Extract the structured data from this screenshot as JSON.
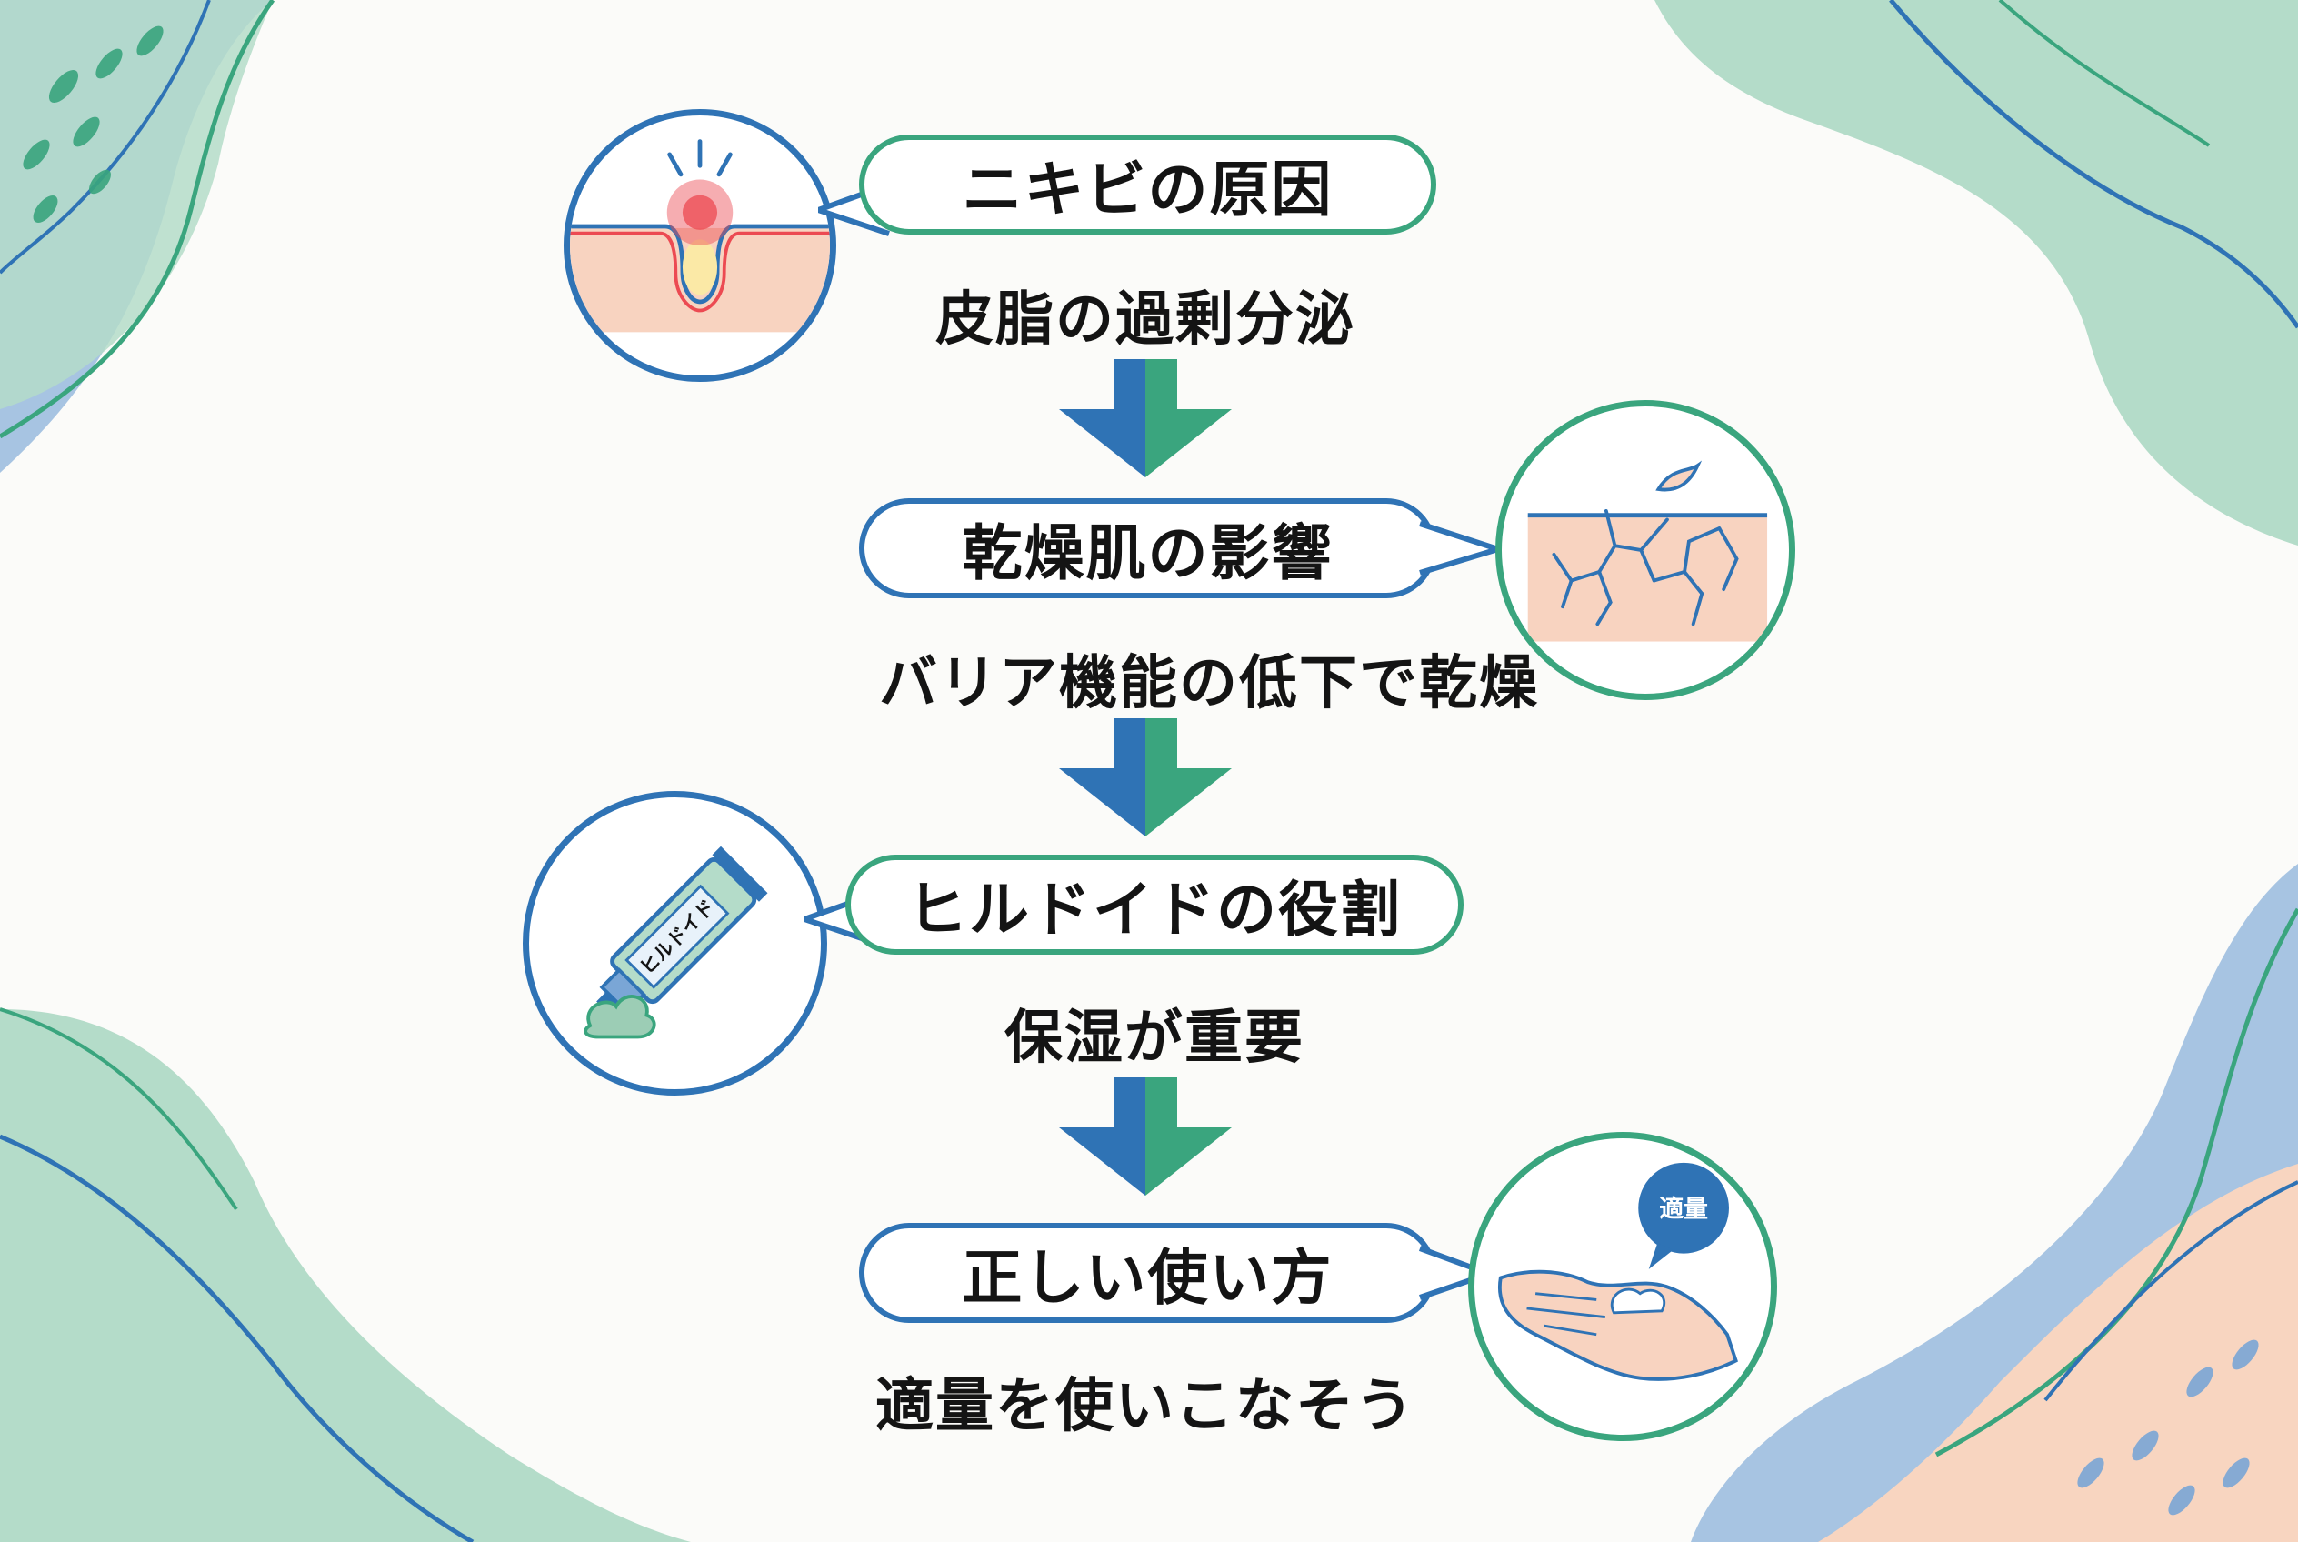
{
  "colors": {
    "blue": "#2f73b5",
    "green": "#3aa57e",
    "bg_blue": "#a7c4e2",
    "bg_green": "#b4dcc9",
    "bg_peach": "#f8d5c0",
    "skin": "#f8d3c0",
    "pimple_red": "#ec4a52"
  },
  "steps": [
    {
      "title": "ニキビの原因",
      "text": "皮脂の過剰分泌",
      "icon": "pimple-pore-icon"
    },
    {
      "title": "乾燥肌の影響",
      "text": "バリア機能の低下で乾燥",
      "icon": "cracked-skin-icon"
    },
    {
      "title": "ヒルドイドの役割",
      "text": "保湿が重要",
      "icon": "cream-tube-icon",
      "tube_label": "ヒルドイド"
    },
    {
      "title": "正しい使い方",
      "text": "適量を使いこなそう",
      "icon": "hand-cream-icon",
      "badge": "適量"
    }
  ]
}
